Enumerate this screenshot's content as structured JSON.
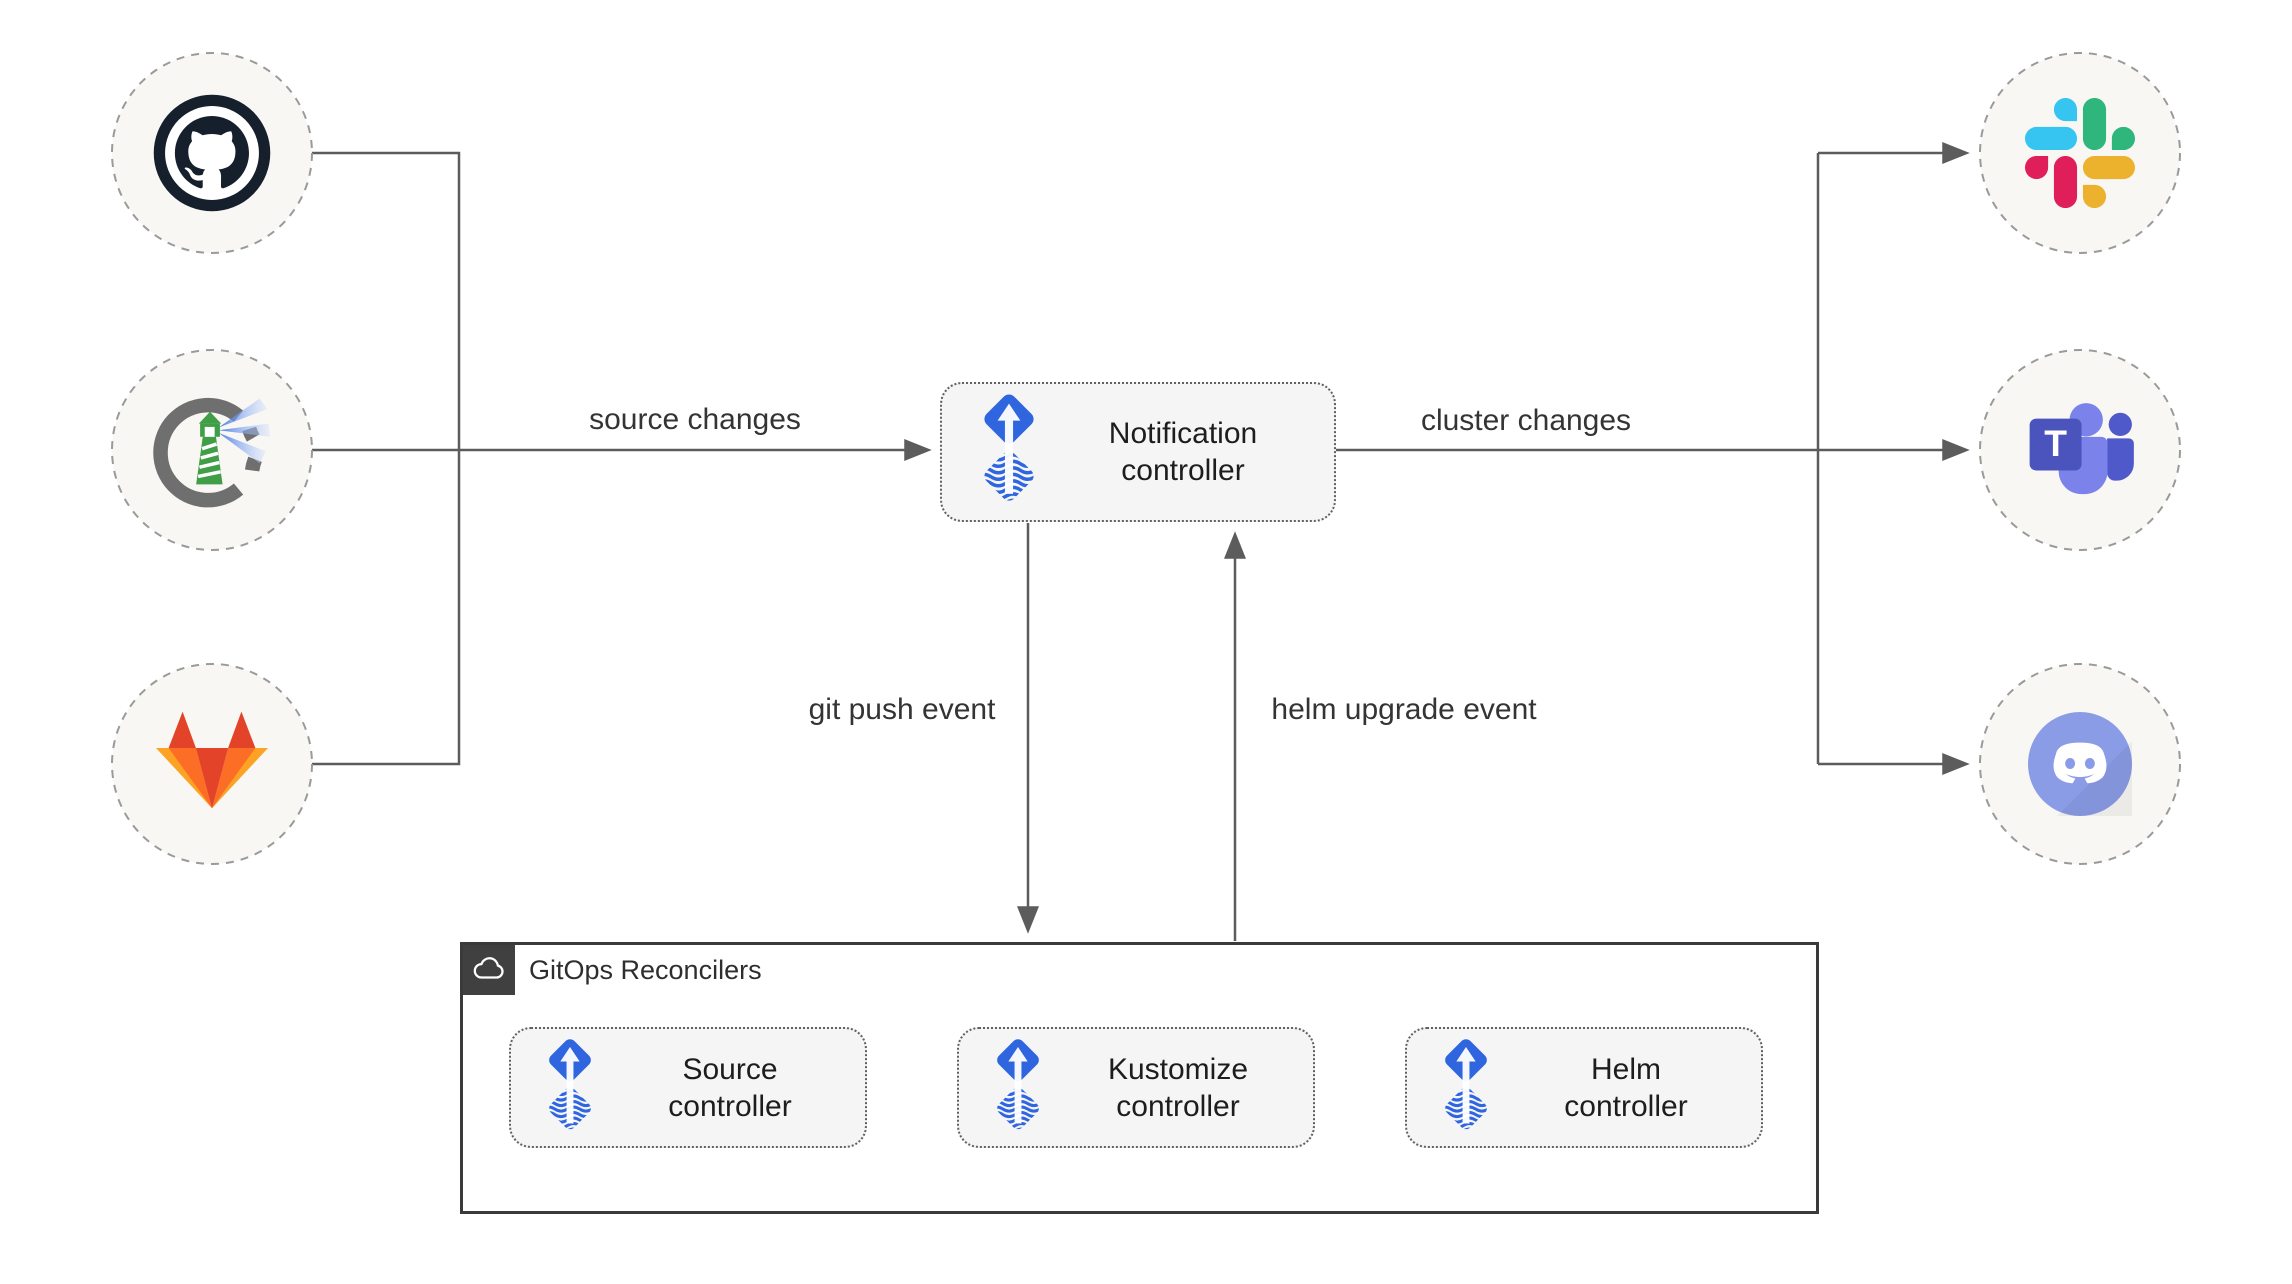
{
  "diagram": {
    "title_hint": "Flux GitOps notification flow",
    "sources": [
      {
        "id": "github",
        "icon": "github-icon"
      },
      {
        "id": "harbor",
        "icon": "harbor-icon"
      },
      {
        "id": "gitlab",
        "icon": "gitlab-icon"
      }
    ],
    "targets": [
      {
        "id": "slack",
        "icon": "slack-icon"
      },
      {
        "id": "teams",
        "icon": "microsoft-teams-icon"
      },
      {
        "id": "discord",
        "icon": "discord-icon"
      }
    ],
    "notification": {
      "label": "Notification controller",
      "icon": "flux-icon"
    },
    "edges": {
      "source_changes": "source changes",
      "cluster_changes": "cluster changes",
      "git_push_event": "git push event",
      "helm_upgrade_event": "helm upgrade event"
    },
    "reconcilers": {
      "title": "GitOps Reconcilers",
      "badge_icon": "cloud-icon",
      "boxes": [
        {
          "label": "Source controller",
          "icon": "flux-icon"
        },
        {
          "label": "Kustomize controller",
          "icon": "flux-icon"
        },
        {
          "label": "Helm controller",
          "icon": "flux-icon"
        }
      ]
    },
    "colors": {
      "flux_blue": "#2f66e0",
      "line_gray": "#5c5c5c",
      "node_fill": "#f8f7f4",
      "node_border": "#9a9a9a",
      "box_fill": "#f5f5f5",
      "box_border": "#616161",
      "container_border": "#3a3a3a",
      "badge_bg": "#404040",
      "gitlab_red": "#e24329",
      "gitlab_orange": "#fc6d26",
      "gitlab_yellow": "#fca326",
      "slack_blue": "#36c5f0",
      "slack_green": "#2eb67d",
      "slack_yellow": "#ecb22e",
      "slack_red": "#e01e5a",
      "teams_purple": "#4b53bc",
      "discord_blurple": "#8b9ce7",
      "harbor_green": "#3f9e46",
      "github_dark": "#16202c"
    }
  }
}
